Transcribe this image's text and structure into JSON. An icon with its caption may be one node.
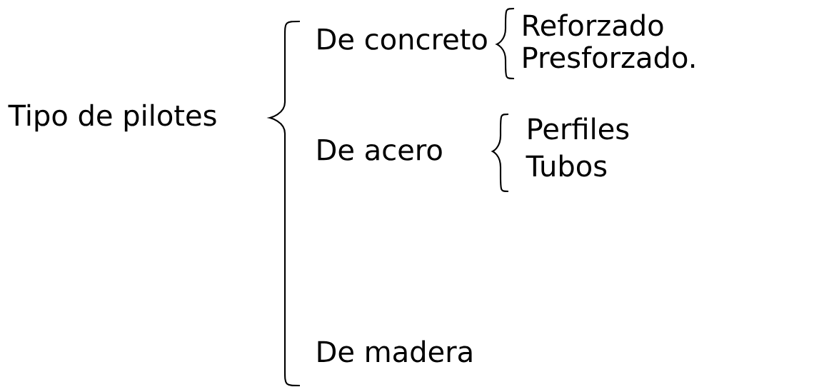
{
  "diagram": {
    "labels": [
      "Tipo de pilotes",
      "De concreto",
      "Reforzado",
      "Presforzado.",
      "De acero",
      "Perfiles",
      "Tubos",
      "De madera"
    ]
  }
}
